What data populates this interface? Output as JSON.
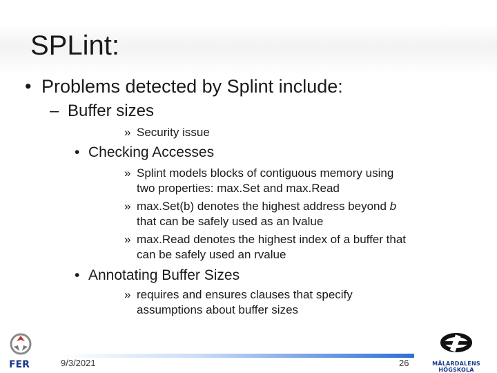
{
  "slide": {
    "title": "SPLint:",
    "bullet_marker": "•",
    "dash_marker": "–",
    "sub_marker": "»",
    "items": {
      "main": "Problems detected by Splint include:",
      "buffer_sizes": "Buffer sizes",
      "security_issue": "Security issue",
      "checking_accesses": "Checking Accesses",
      "checking_1_line1": "Splint models blocks of contiguous memory using",
      "checking_1_line2": "two properties: max.Set and max.Read",
      "checking_2_line1a": "max.Set(b) denotes the highest address beyond ",
      "checking_2_line1b": "b",
      "checking_2_line2": "that can be safely used as an lvalue",
      "checking_3_line1": "max.Read denotes the highest index of a buffer that",
      "checking_3_line2": "can be safely used an rvalue",
      "annotating": "Annotating Buffer Sizes",
      "annotating_1_line1": "requires and ensures clauses that specify",
      "annotating_1_line2": "assumptions about buffer sizes"
    }
  },
  "footer": {
    "date": "9/3/2021",
    "page_number": "26",
    "left_logo_text": "FER",
    "right_logo_text": "MÄLARDALENS HÖGSKOLA"
  }
}
